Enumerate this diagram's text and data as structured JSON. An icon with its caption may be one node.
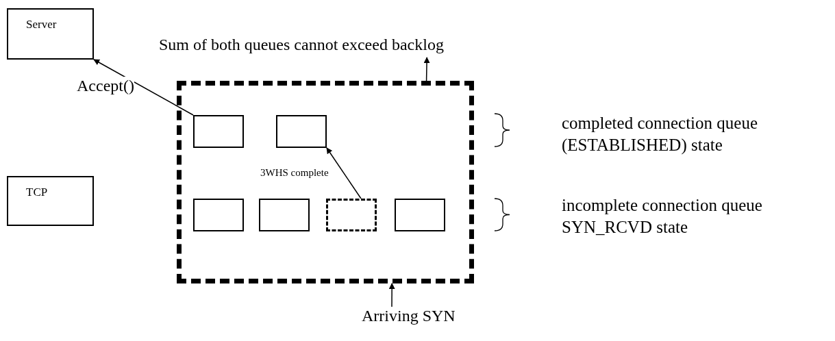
{
  "diagram": {
    "nodes": [
      {
        "text": [
          "Server"
        ]
      },
      {
        "text": [
          "TCP"
        ]
      },
      {
        "text": [
          "Sum of both queues cannot exceed backlog"
        ]
      },
      {
        "text": [],
        "shape": "box"
      },
      {
        "text": [],
        "shape": "box",
        "in": 3
      },
      {
        "text": [],
        "shape": "box",
        "in": 3
      },
      {
        "text": [],
        "shape": "box",
        "in": 3
      },
      {
        "text": [],
        "shape": "box",
        "in": 3
      },
      {
        "text": [],
        "shape": "box",
        "in": 3
      },
      {
        "text": [],
        "shape": "box",
        "in": 3
      },
      {
        "text": [
          "Arriving  SYN"
        ]
      }
    ],
    "edges": [
      {
        "from": 4,
        "to": 0,
        "arrow": "to",
        "label": "Accept()"
      },
      {
        "from": 8,
        "to": 5,
        "arrow": "to",
        "label": "3WHS complete"
      },
      {
        "from": 3,
        "to": 2,
        "arrow": "to"
      },
      {
        "from": 10,
        "to": 3,
        "arrow": "to"
      }
    ],
    "labels": [
      "completed connection queue (ESTABLISHED) state",
      "incomplete connection queue SYN_RCVD state"
    ]
  }
}
